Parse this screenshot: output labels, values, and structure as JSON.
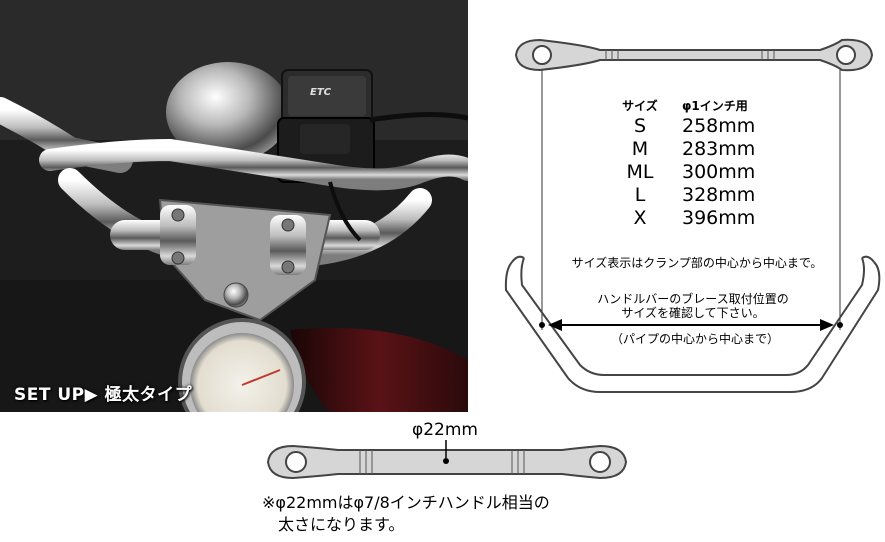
{
  "photo": {
    "caption": "SET UP▶ 極太タイプ",
    "device_label": "ETC"
  },
  "size_table": {
    "header_size": "サイズ",
    "header_length": "φ1インチ用",
    "rows": [
      {
        "size": "S",
        "length": "258mm"
      },
      {
        "size": "M",
        "length": "283mm"
      },
      {
        "size": "ML",
        "length": "300mm"
      },
      {
        "size": "L",
        "length": "328mm"
      },
      {
        "size": "X",
        "length": "396mm"
      }
    ]
  },
  "notes": {
    "size_display": "サイズ表示はクランプ部の中心から中心まで。",
    "brace_position_line1": "ハンドルバーのブレース取付位置の",
    "brace_position_line2": "サイズを確認して下さい。",
    "pipe_center": "（パイプの中心から中心まで）"
  },
  "bar_diagram": {
    "diameter_label": "φ22mm",
    "footnote_line1": "※φ22mmはφ7/8インチハンドル相当の",
    "footnote_line2": "太さになります。"
  },
  "colors": {
    "bar_fill": "#d6d6d6",
    "bar_stroke": "#444444",
    "photo_bg": "#161616",
    "chrome": "#c9c9c9"
  }
}
